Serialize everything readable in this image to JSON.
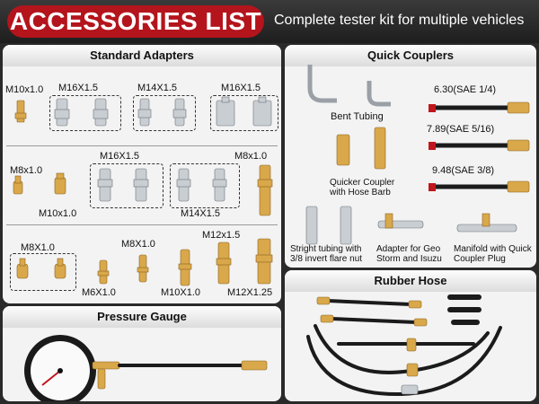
{
  "header": {
    "title": "ACCESSORIES LIST",
    "subtitle": "Complete tester kit for multiple vehicles"
  },
  "standard_adapters": {
    "heading": "Standard Adapters",
    "row1": [
      "M10x1.0",
      "M16X1.5",
      "M14X1.5",
      "M16X1.5"
    ],
    "row2": [
      "M8x1.0",
      "M10x1.0",
      "M16X1.5",
      "M14X1.5",
      "M8x1.0"
    ],
    "row3": [
      "M8X1.0",
      "M6X1.0",
      "M8X1.0",
      "M10X1.0",
      "M12x1.5",
      "M12X1.25"
    ]
  },
  "quick_couplers": {
    "heading": "Quick Couplers",
    "bent_tubing": "Bent Tubing",
    "quicker_coupler_line1": "Quicker Coupler",
    "quicker_coupler_line2": "with Hose Barb",
    "sizes": [
      "6.30(SAE 1/4)",
      "7.89(SAE 5/16)",
      "9.48(SAE 3/8)"
    ],
    "straight_line1": "Stright tubing with",
    "straight_line2": "3/8 invert flare nut",
    "geo_line1": "Adapter for Geo",
    "geo_line2": "Storm and Isuzu",
    "manifold_line1": "Manifold with Quick",
    "manifold_line2": "Coupler Plug"
  },
  "pressure_gauge": {
    "heading": "Pressure Gauge"
  },
  "rubber_hose": {
    "heading": "Rubber Hose"
  },
  "colors": {
    "accent": "#b4141c",
    "brass": "#d9a84a",
    "steel": "#c9ced3",
    "hose": "#1b1b1b"
  }
}
